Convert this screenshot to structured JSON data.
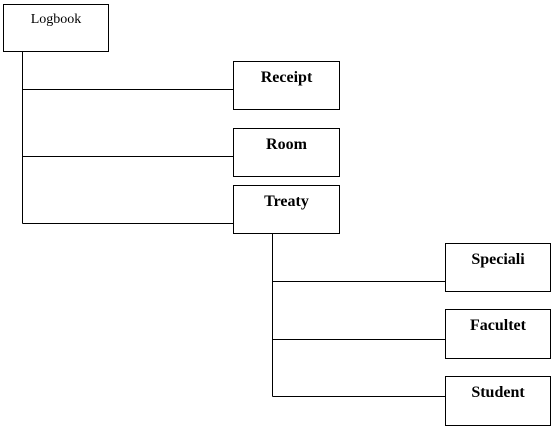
{
  "diagram": {
    "root": {
      "label": "Logbook"
    },
    "level1": [
      {
        "label": "Receipt"
      },
      {
        "label": "Room"
      },
      {
        "label": "Treaty"
      }
    ],
    "level2": [
      {
        "label": "Speciali"
      },
      {
        "label": "Facultet"
      },
      {
        "label": "Student"
      }
    ],
    "colors": {
      "line": "#000000",
      "box_border": "#000000",
      "background": "#ffffff"
    }
  }
}
